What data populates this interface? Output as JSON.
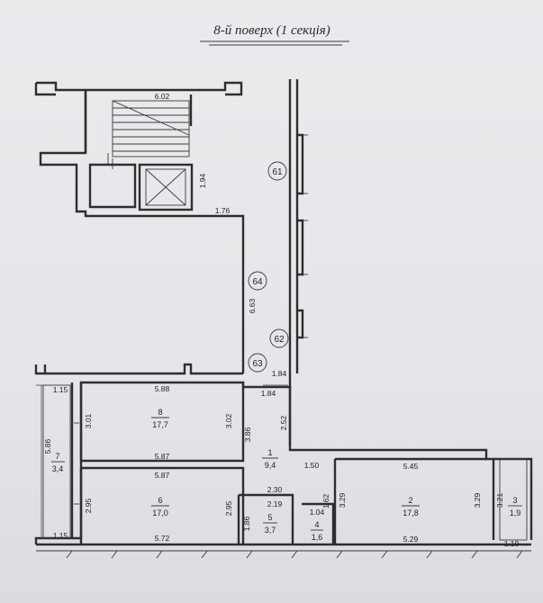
{
  "title": "8-й поверх (1 секція)",
  "axes": [
    "61",
    "64",
    "62",
    "63"
  ],
  "rooms": [
    {
      "num": "1",
      "area": "9,4"
    },
    {
      "num": "2",
      "area": "17,8"
    },
    {
      "num": "3",
      "area": "1,9"
    },
    {
      "num": "4",
      "area": "1,6"
    },
    {
      "num": "5",
      "area": "3,7"
    },
    {
      "num": "6",
      "area": "17,0"
    },
    {
      "num": "7",
      "area": "3,4"
    },
    {
      "num": "8",
      "area": "17,7"
    }
  ],
  "dims": {
    "stair_width": "6.02",
    "lift": "1.94",
    "corridor_top": "1.76",
    "shaft": "6.63",
    "hall_top": "1.84",
    "hall_top2": "1.84",
    "hall_depth": "2.52",
    "r8_top": "5.88",
    "r8_bottom": "5.87",
    "r8_left": "3.01",
    "r8_right": "3.02",
    "r1_height": "3.86",
    "r6_top": "5.87",
    "r6_bottom": "5.72",
    "r6_left": "2.95",
    "r6_right": "2.95",
    "r7_top": "1.15",
    "r7_bottom": "1.15",
    "r7_height": "5.86",
    "r5_top": "2.30",
    "r5_inner": "2.19",
    "r5_side": "1.86",
    "r4_width": "1.04",
    "r4_side": "1.62",
    "hall_bottom": "1.50",
    "r2_top": "5.45",
    "r2_bottom": "5.29",
    "r2_left": "3.29",
    "r2_right": "3.29",
    "r3_side": "3.21",
    "r3_bottom": "1.19"
  }
}
